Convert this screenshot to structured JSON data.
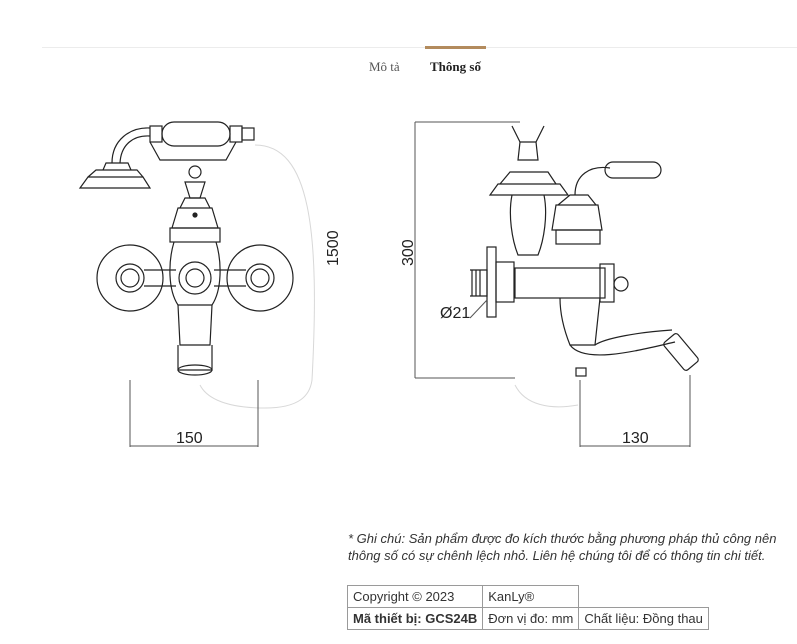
{
  "tabs": [
    {
      "label": "Mô tả",
      "active": false
    },
    {
      "label": "Thông số",
      "active": true
    }
  ],
  "drawing": {
    "dim_width_front": "150",
    "dim_height_hose": "1500",
    "dim_height_side": "300",
    "dim_diameter": "Ø21",
    "dim_spout": "130"
  },
  "note": "* Ghi chú: Sản phẩm được đo kích thước bằng phương pháp thủ công nên thông số có sự chênh lệch nhỏ. Liên hệ chúng tôi để có thông tin chi tiết.",
  "spec_table": {
    "copyright": "Copyright © 2023",
    "brand": "KanLy®",
    "model": "Mã thiết bị: GCS24B",
    "unit": "Đơn vị đo: mm",
    "material": "Chất liệu: Đồng thau"
  },
  "colors": {
    "accent": "#b38b5d",
    "line": "#222222"
  }
}
